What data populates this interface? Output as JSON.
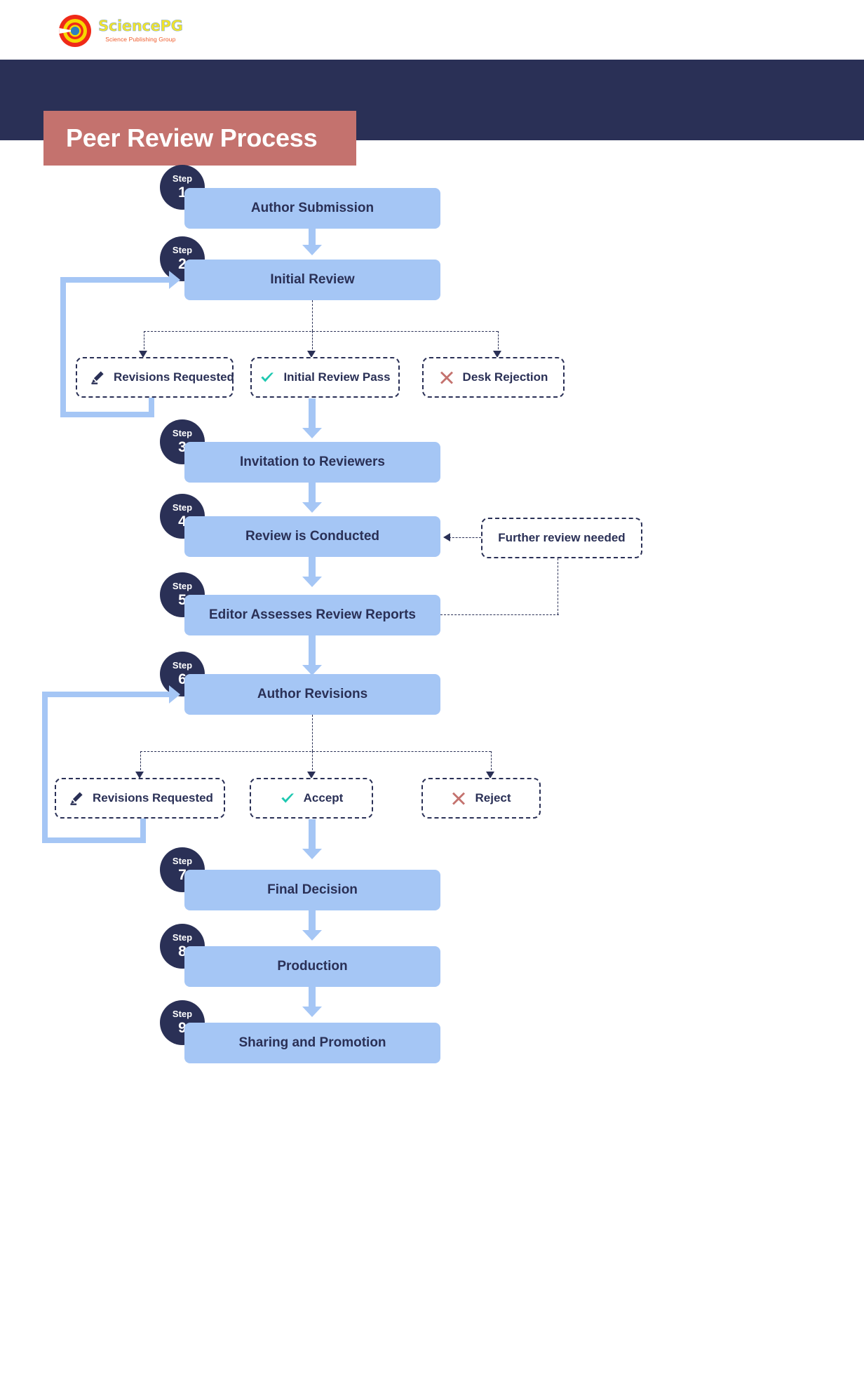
{
  "brand": {
    "logo_title": "SciencePG",
    "logo_subtitle": "Science Publishing Group",
    "logo_icon": "sciencepg-target-logo"
  },
  "header": {
    "title": "Peer Review Process",
    "band_color": "#2a3056",
    "title_box_color": "#c4726e"
  },
  "colors": {
    "step_box": "#a5c6f5",
    "step_circle": "#2a3056",
    "text_dark": "#2a3056",
    "accept_green": "#1ec8b0",
    "reject_red": "#c4726e",
    "dashed_border": "#2a3056"
  },
  "step_word": "Step",
  "steps": [
    {
      "num": "1",
      "label": "Author Submission"
    },
    {
      "num": "2",
      "label": "Initial Review"
    },
    {
      "num": "3",
      "label": "Invitation to Reviewers"
    },
    {
      "num": "4",
      "label": "Review is Conducted"
    },
    {
      "num": "5",
      "label": "Editor Assesses Review Reports"
    },
    {
      "num": "6",
      "label": "Author Revisions"
    },
    {
      "num": "7",
      "label": "Final Decision"
    },
    {
      "num": "8",
      "label": "Production"
    },
    {
      "num": "9",
      "label": "Sharing and Promotion"
    }
  ],
  "outcomes_initial": [
    {
      "label": "Revisions Requested",
      "icon": "pencil-icon"
    },
    {
      "label": "Initial Review Pass",
      "icon": "check-icon"
    },
    {
      "label": "Desk Rejection",
      "icon": "cross-icon"
    }
  ],
  "outcomes_final": [
    {
      "label": "Revisions Requested",
      "icon": "pencil-icon"
    },
    {
      "label": "Accept",
      "icon": "check-icon"
    },
    {
      "label": "Reject",
      "icon": "cross-icon"
    }
  ],
  "side_note": {
    "label": "Further review needed"
  }
}
